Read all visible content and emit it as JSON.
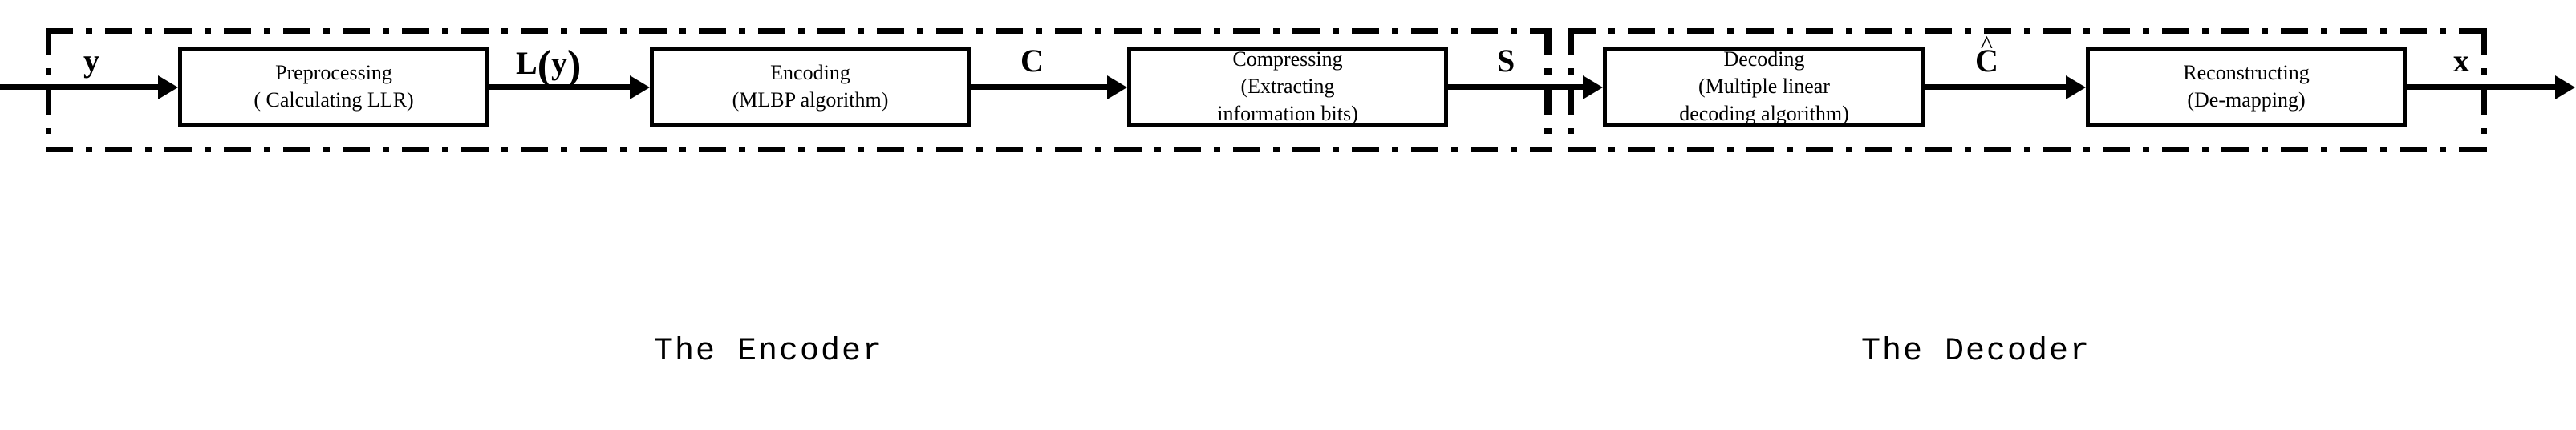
{
  "diagram": {
    "title": "Encoder and Decoder block diagram",
    "stroke_color": "#000000",
    "background_color": "#ffffff",
    "regions": [
      {
        "id": "encoder",
        "caption": "The Encoder"
      },
      {
        "id": "decoder",
        "caption": "The Decoder"
      }
    ]
  },
  "blocks": [
    {
      "id": "preprocessing",
      "line1": "Preprocessing",
      "line2": "( Calculating LLR)",
      "line3": ""
    },
    {
      "id": "encoding",
      "line1": "Encoding",
      "line2": "(MLBP algorithm)",
      "line3": ""
    },
    {
      "id": "compressing",
      "line1": "Compressing",
      "line2": "(Extracting",
      "line3": "information bits)"
    },
    {
      "id": "decoding",
      "line1": "Decoding",
      "line2": "(Multiple linear",
      "line3": "decoding algorithm)"
    },
    {
      "id": "reconstructing",
      "line1": "Reconstructing",
      "line2": "(De-mapping)",
      "line3": ""
    }
  ],
  "signals": {
    "input": "y",
    "llr_L": "L",
    "llr_open": "(",
    "llr_arg": "y",
    "llr_close": ")",
    "codeword": "C",
    "syndrome": "S",
    "decoded_base": "C",
    "decoded_hat": "^",
    "output": "x"
  },
  "captions": {
    "encoder": "The Encoder",
    "decoder": "The Decoder"
  }
}
